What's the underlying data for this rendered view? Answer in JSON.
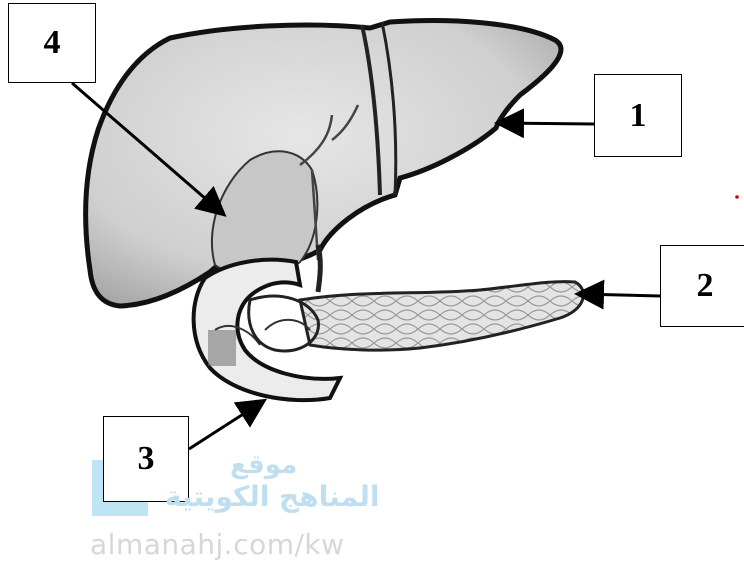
{
  "labels": {
    "one": "1",
    "two": "2",
    "three": "3",
    "four": "4"
  },
  "watermark": {
    "arabic_line1": "موقع",
    "arabic_line2": "المناهج الكويتية",
    "url": "almanahj.com/kw",
    "color": "#bfdff0"
  },
  "colors": {
    "organ_fill": "#d3d3d3",
    "outline": "#111111",
    "arrow": "#000000",
    "dot": "#e00000"
  }
}
